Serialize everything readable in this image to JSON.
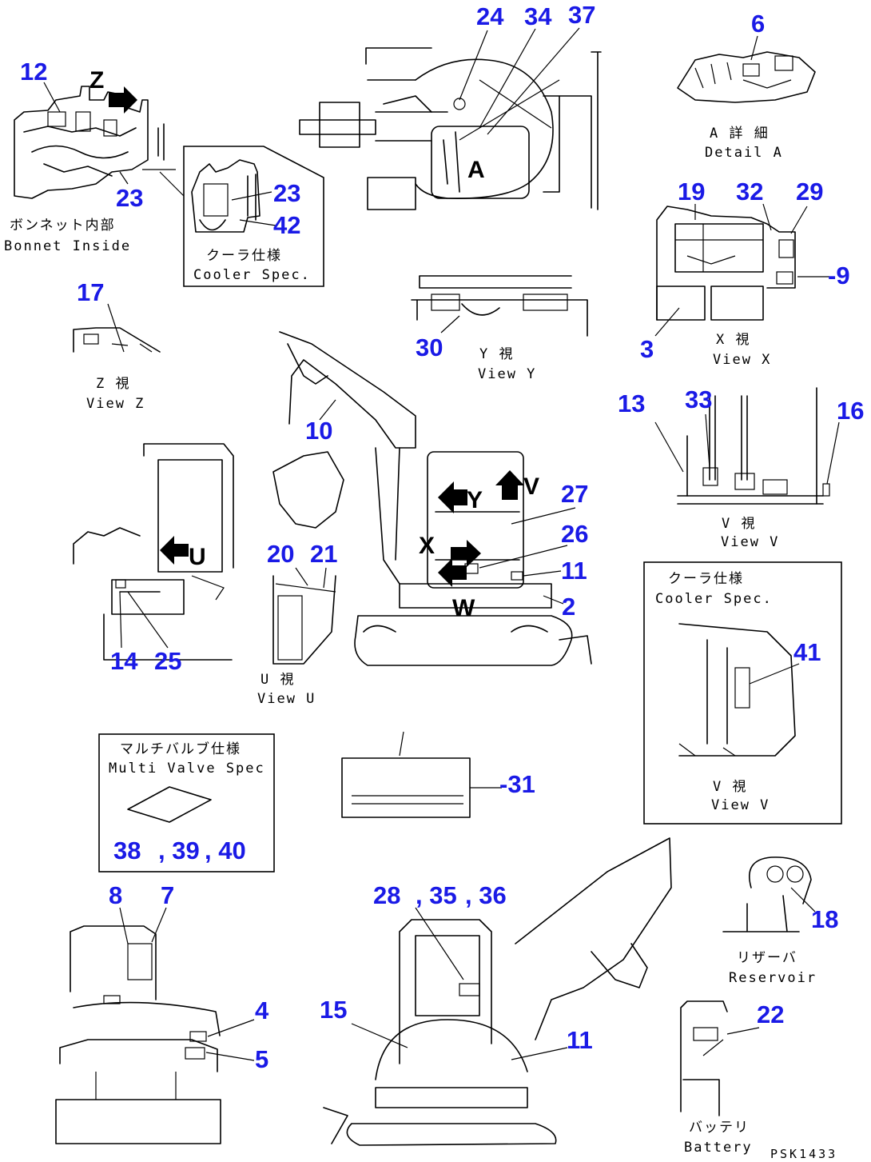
{
  "callouts": {
    "n12": "12",
    "n23a": "23",
    "n23b": "23",
    "n42": "42",
    "n24": "24",
    "n34": "34",
    "n37": "37",
    "n6": "6",
    "n19": "19",
    "n32": "32",
    "n29": "29",
    "n9": "-9",
    "n3": "3",
    "n17": "17",
    "n30": "30",
    "n10": "10",
    "n13": "13",
    "n33": "33",
    "n16": "16",
    "n27": "27",
    "n26": "26",
    "n11a": "11",
    "n2": "2",
    "n20": "20",
    "n21": "21",
    "n14": "14",
    "n25": "25",
    "n41": "41",
    "n31": "-31",
    "n38": "38",
    "n39": ", 39",
    "n40": ", 40",
    "n8": "8",
    "n7": "7",
    "n4": "4",
    "n5": "5",
    "n28": "28",
    "n35": ", 35",
    "n36": ", 36",
    "n15": "15",
    "n11b": "11",
    "n18": "18",
    "n22": "22"
  },
  "captions": {
    "bonnet_jp": "ボンネット内部",
    "bonnet_en": "Bonnet Inside",
    "cooler1_jp": "クーラ仕様",
    "cooler1_en": "Cooler Spec.",
    "detail_jp": "A 詳 細",
    "detail_en": "Detail A",
    "viewx_jp": "X 視",
    "viewx_en": "View X",
    "viewy_jp": "Y 視",
    "viewy_en": "View Y",
    "viewz_jp": "Z 視",
    "viewz_en": "View Z",
    "viewv1_jp": "V 視",
    "viewv1_en": "View V",
    "viewu_jp": "U 視",
    "viewu_en": "View U",
    "cooler2_jp": "クーラ仕様",
    "cooler2_en": "Cooler Spec.",
    "viewv2_jp": "V 視",
    "viewv2_en": "View V",
    "multi_jp": "マルチバルブ仕様",
    "multi_en": "Multi Valve Spec",
    "reservoir_jp": "リザーバ",
    "reservoir_en": "Reservoir",
    "battery_jp": "バッテリ",
    "battery_en": "Battery"
  },
  "arrows": {
    "z": "Z",
    "y": "Y",
    "v": "V",
    "x": "X",
    "w": "W",
    "u": "U"
  },
  "refs": {
    "a": "A"
  },
  "doc_id": "PSK1433"
}
